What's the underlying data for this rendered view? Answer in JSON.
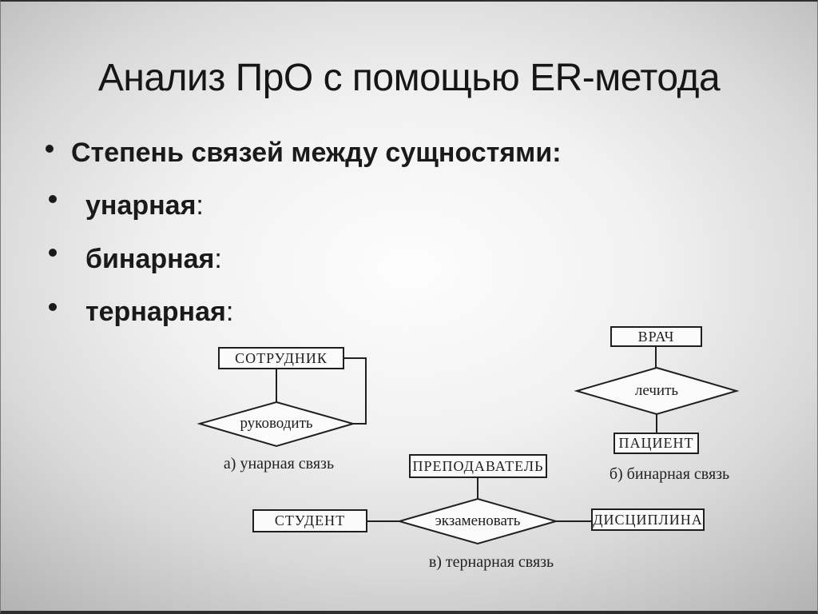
{
  "slide": {
    "title": "Анализ ПрО с помощью ER-метода",
    "bullets": [
      {
        "label": "Степень связей между сущностями:",
        "suffix": ""
      },
      {
        "label": "унарная",
        "suffix": ":"
      },
      {
        "label": "бинарная",
        "suffix": ":"
      },
      {
        "label": "тернарная",
        "suffix": ":"
      }
    ]
  },
  "diagrams": {
    "unary": {
      "entity": "СОТРУДНИК",
      "relation": "руководить",
      "caption": "а) унарная связь"
    },
    "binary": {
      "entity_top": "ВРАЧ",
      "relation": "лечить",
      "entity_bottom": "ПАЦИЕНТ",
      "caption": "б) бинарная связь"
    },
    "ternary": {
      "entity_top": "ПРЕПОДАВАТЕЛЬ",
      "entity_left": "СТУДЕНТ",
      "entity_right": "ДИСЦИПЛИНА",
      "relation": "экзаменовать",
      "caption": "в) тернарная связь"
    }
  },
  "colors": {
    "text": "#1a1a1a",
    "diagram_stroke": "#1f1f1f",
    "shape_fill": "#fbfbfb",
    "background_center": "#fdfdfd",
    "background_edge": "#a7a7a7"
  }
}
